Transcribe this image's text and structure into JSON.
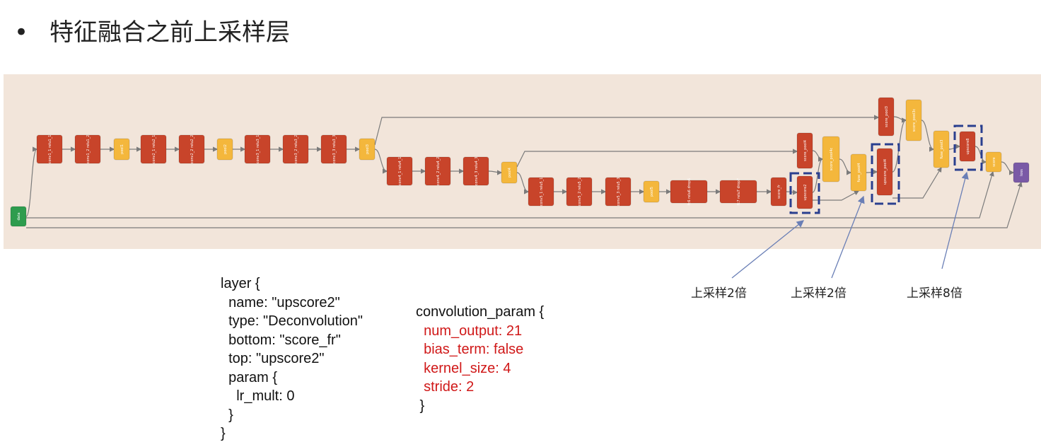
{
  "slide": {
    "bullet": "•",
    "title": "特征融合之前上采样层"
  },
  "diagram": {
    "colors": {
      "background": "#f2e5da",
      "conv": "#c8442a",
      "pool": "#f4b73c",
      "data": "#2e9c4e",
      "loss": "#7a5aa6",
      "edge": "#7b7b7b",
      "highlight": "#2a3f8f",
      "annotation_arrow": "#6a7fb6"
    },
    "nodes": [
      {
        "id": "data",
        "label": "data",
        "kind": "data"
      },
      {
        "id": "conv1",
        "label": "conv1_1 relu1_1",
        "kind": "conv"
      },
      {
        "id": "conv1b",
        "label": "conv1_2 relu1_2",
        "kind": "conv"
      },
      {
        "id": "pool1",
        "label": "pool1",
        "kind": "pool"
      },
      {
        "id": "conv2a",
        "label": "conv2_1 relu2_1",
        "kind": "conv"
      },
      {
        "id": "conv2b",
        "label": "conv2_2 relu2_2",
        "kind": "conv"
      },
      {
        "id": "pool2",
        "label": "pool2",
        "kind": "pool"
      },
      {
        "id": "conv3a",
        "label": "conv3_1 relu3_1",
        "kind": "conv"
      },
      {
        "id": "conv3b",
        "label": "conv3_2 relu3_2",
        "kind": "conv"
      },
      {
        "id": "conv3c",
        "label": "conv3_3 relu3_3",
        "kind": "conv"
      },
      {
        "id": "pool3",
        "label": "pool3",
        "kind": "pool"
      },
      {
        "id": "conv4a",
        "label": "conv4_1 relu4_1",
        "kind": "conv"
      },
      {
        "id": "conv4b",
        "label": "conv4_2 relu4_2",
        "kind": "conv"
      },
      {
        "id": "conv4c",
        "label": "conv4_3 relu4_3",
        "kind": "conv"
      },
      {
        "id": "pool4",
        "label": "pool4",
        "kind": "pool"
      },
      {
        "id": "conv5a",
        "label": "conv5_1 relu5_1",
        "kind": "conv"
      },
      {
        "id": "conv5b",
        "label": "conv5_2 relu5_2",
        "kind": "conv"
      },
      {
        "id": "conv5c",
        "label": "conv5_3 relu5_3",
        "kind": "conv"
      },
      {
        "id": "pool5",
        "label": "pool5",
        "kind": "pool"
      },
      {
        "id": "fc6",
        "label": "fc6 relu6 drop6",
        "kind": "conv"
      },
      {
        "id": "fc7",
        "label": "fc7 relu7 drop7",
        "kind": "conv"
      },
      {
        "id": "score_fr",
        "label": "score_fr",
        "kind": "conv"
      },
      {
        "id": "upscore2",
        "label": "upscore2",
        "kind": "conv"
      },
      {
        "id": "score_pool4",
        "label": "score_pool4",
        "kind": "conv"
      },
      {
        "id": "score_pool4c",
        "label": "score_pool4c",
        "kind": "pool"
      },
      {
        "id": "fuse_pool4",
        "label": "fuse_pool4",
        "kind": "pool"
      },
      {
        "id": "upscore_pool4",
        "label": "upscore_pool4",
        "kind": "conv"
      },
      {
        "id": "score_pool3",
        "label": "score_pool3",
        "kind": "conv"
      },
      {
        "id": "score_pool3c",
        "label": "score_pool3c",
        "kind": "pool"
      },
      {
        "id": "fuse_pool3",
        "label": "fuse_pool3",
        "kind": "pool"
      },
      {
        "id": "upscore8",
        "label": "upscore8",
        "kind": "conv"
      },
      {
        "id": "score",
        "label": "score",
        "kind": "pool"
      },
      {
        "id": "loss",
        "label": "loss",
        "kind": "loss"
      }
    ],
    "edges": [
      [
        "data",
        "conv1"
      ],
      [
        "conv1",
        "conv1b"
      ],
      [
        "conv1b",
        "pool1"
      ],
      [
        "pool1",
        "conv2a"
      ],
      [
        "conv2a",
        "conv2b"
      ],
      [
        "conv2b",
        "pool2"
      ],
      [
        "pool2",
        "conv3a"
      ],
      [
        "conv3a",
        "conv3b"
      ],
      [
        "conv3b",
        "conv3c"
      ],
      [
        "conv3c",
        "pool3"
      ],
      [
        "pool3",
        "conv4a"
      ],
      [
        "conv4a",
        "conv4b"
      ],
      [
        "conv4b",
        "conv4c"
      ],
      [
        "conv4c",
        "pool4"
      ],
      [
        "pool4",
        "conv5a"
      ],
      [
        "conv5a",
        "conv5b"
      ],
      [
        "conv5b",
        "conv5c"
      ],
      [
        "conv5c",
        "pool5"
      ],
      [
        "pool5",
        "fc6"
      ],
      [
        "fc6",
        "fc7"
      ],
      [
        "fc7",
        "score_fr"
      ],
      [
        "score_fr",
        "upscore2"
      ],
      [
        "pool4",
        "score_pool4"
      ],
      [
        "score_pool4",
        "score_pool4c"
      ],
      [
        "upscore2",
        "score_pool4c"
      ],
      [
        "score_pool4c",
        "fuse_pool4"
      ],
      [
        "upscore2",
        "fuse_pool4"
      ],
      [
        "fuse_pool4",
        "upscore_pool4"
      ],
      [
        "pool3",
        "score_pool3"
      ],
      [
        "score_pool3",
        "score_pool3c"
      ],
      [
        "upscore_pool4",
        "score_pool3c"
      ],
      [
        "score_pool3c",
        "fuse_pool3"
      ],
      [
        "upscore_pool4",
        "fuse_pool3"
      ],
      [
        "fuse_pool3",
        "upscore8"
      ],
      [
        "upscore8",
        "score"
      ],
      [
        "data",
        "score"
      ],
      [
        "score",
        "loss"
      ],
      [
        "data",
        "loss"
      ]
    ],
    "highlighted": [
      "upscore2",
      "upscore_pool4",
      "upscore8"
    ]
  },
  "annotations": [
    {
      "text": "上采样2倍",
      "target": "upscore2"
    },
    {
      "text": "上采样2倍",
      "target": "fuse_pool4"
    },
    {
      "text": "上采样8倍",
      "target": "upscore8"
    }
  ],
  "code_left": [
    {
      "text": "layer {",
      "color": "black"
    },
    {
      "text": "  name: \"upscore2\"",
      "color": "black"
    },
    {
      "text": "  type: \"Deconvolution\"",
      "color": "black"
    },
    {
      "text": "  bottom: \"score_fr\"",
      "color": "black"
    },
    {
      "text": "  top: \"upscore2\"",
      "color": "black"
    },
    {
      "text": "  param {",
      "color": "black"
    },
    {
      "text": "    lr_mult: 0",
      "color": "black"
    },
    {
      "text": "  }",
      "color": "black"
    },
    {
      "text": "}",
      "color": "black"
    }
  ],
  "code_right": [
    {
      "text": "convolution_param {",
      "color": "black"
    },
    {
      "text": "  num_output: 21",
      "color": "red"
    },
    {
      "text": "  bias_term: false",
      "color": "red"
    },
    {
      "text": "  kernel_size: 4",
      "color": "red"
    },
    {
      "text": "  stride: 2",
      "color": "red"
    },
    {
      "text": " }",
      "color": "black"
    }
  ]
}
